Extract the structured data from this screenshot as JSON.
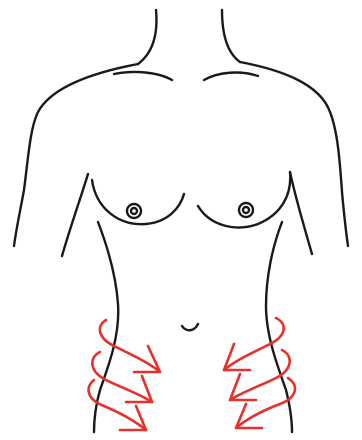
{
  "figure": {
    "subject": "torso-outline",
    "colors": {
      "background": "#ffffff",
      "outline": "#1a1a1a",
      "arrow": "#e8302a"
    },
    "arrows": {
      "left_side_count": 3,
      "right_side_count": 3
    }
  }
}
